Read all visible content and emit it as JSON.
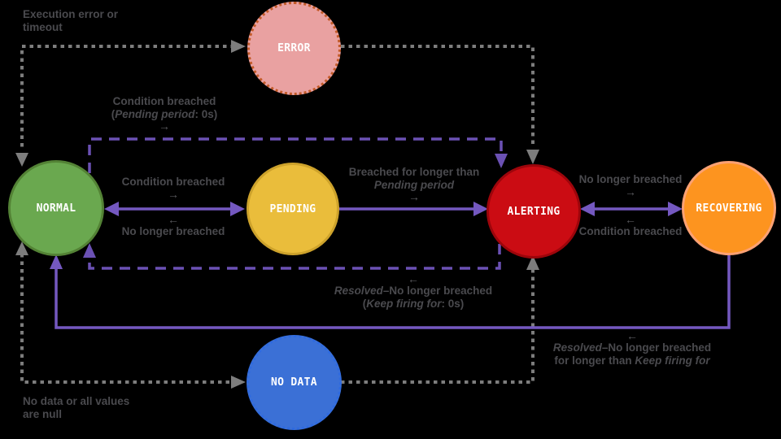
{
  "states": {
    "normal": {
      "label": "NORMAL",
      "fill": "#6aa84f",
      "border": "#538235",
      "border_style": "solid"
    },
    "error": {
      "label": "ERROR",
      "fill": "#e9a1a1",
      "border": "#c25a28",
      "border_style": "dotted"
    },
    "pending": {
      "label": "PENDING",
      "fill": "#eabd3b",
      "border": "#cda22b",
      "border_style": "solid"
    },
    "alerting": {
      "label": "ALERTING",
      "fill": "#cb0c13",
      "border": "#9d050b",
      "border_style": "solid"
    },
    "recovering": {
      "label": "RECOVERING",
      "fill": "#fd941f",
      "border": "#fba173",
      "border_style": "solid"
    },
    "no_data": {
      "label": "NO DATA",
      "fill": "#3b70d6",
      "border": "#2e6ae0",
      "border_style": "dotted"
    }
  },
  "annotations": {
    "execution_error": {
      "line1": "Execution error or",
      "line2": "timeout"
    },
    "no_data_null": {
      "line1": "No data or all values",
      "line2": "are null"
    }
  },
  "edges": {
    "normal_pending_forward": {
      "label": "Condition breached",
      "arrow": "→"
    },
    "pending_normal_back": {
      "arrow": "←",
      "label": "No longer breached"
    },
    "normal_alerting_direct": {
      "line1": "Condition breached",
      "paren_open": "(",
      "italic": "Pending period",
      "paren_close": ": 0s)",
      "arrow": "→"
    },
    "pending_alerting": {
      "line1": "Breached for longer than",
      "italic": "Pending period",
      "arrow": "→"
    },
    "alerting_recovering_forward": {
      "label": "No longer breached",
      "arrow": "→"
    },
    "recovering_alerting_back": {
      "arrow": "←",
      "label": "Condition breached"
    },
    "alerting_normal_direct": {
      "arrow": "←",
      "italic1": "Resolved",
      "rest1": "–No longer breached",
      "paren_open": "(",
      "italic2": "Keep firing for",
      "paren_close": ": 0s)"
    },
    "recovering_normal": {
      "arrow": "←",
      "italic1": "Resolved",
      "rest1": "–No longer breached",
      "line2_pre": "for longer than ",
      "italic2": "Keep firing for"
    }
  },
  "colors": {
    "background": "#000000",
    "solid_arrow": "#7458c0",
    "dashed_arrow": "#6b51b4",
    "dotted_arrow": "#7d7d7d",
    "label_text": "#4a4a4e",
    "state_label_text": "#ffffff"
  }
}
